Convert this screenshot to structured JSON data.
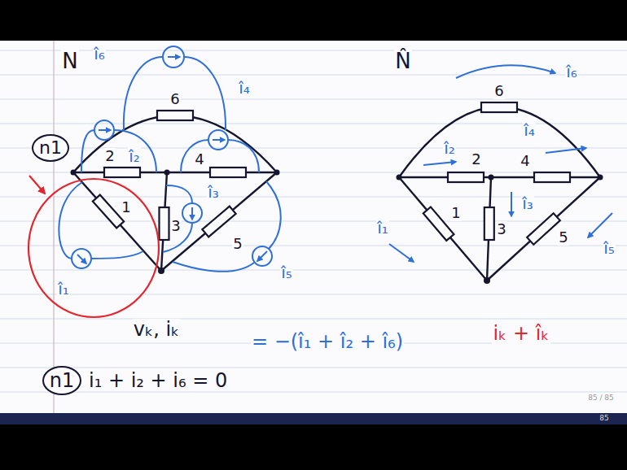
{
  "diagram": {
    "nodes": [
      {
        "text": [
          "n1"
        ]
      },
      {
        "text": [
          "n1"
        ]
      }
    ],
    "labels": [
      "N",
      "6",
      "2",
      "4",
      "1",
      "3",
      "5",
      "î₆",
      "î₄",
      "î₂",
      "î₃",
      "î₅",
      "î₁",
      "N̂",
      "6",
      "2",
      "4",
      "1",
      "3",
      "5",
      "î₆",
      "î₂",
      "î₄",
      "î₃",
      "î₁",
      "î₅",
      "vₖ, iₖ",
      "= −(î₁ + î₂ + î₆)",
      "iₖ + îₖ",
      "i₁ + i₂ + i₆ = 0",
      "85 / 85",
      "85"
    ]
  }
}
